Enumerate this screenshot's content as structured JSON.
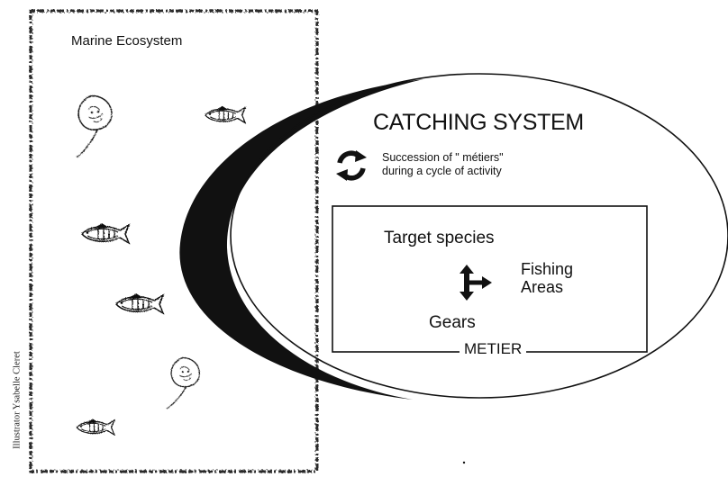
{
  "marine": {
    "title": "Marine Ecosystem"
  },
  "catching_system": {
    "title": "CATCHING SYSTEM",
    "succession_line1": "Succession of \" métiers\"",
    "succession_line2": "during a cycle of activity",
    "cycle_icon": "cycle-arrows-icon"
  },
  "metier": {
    "label": "METIER",
    "target_species": "Target species",
    "fishing_areas_line1": "Fishing",
    "fishing_areas_line2": "Areas",
    "gears": "Gears",
    "arrow_icon": "three-way-arrow-icon"
  },
  "credit": "Illustrator Ysabelle Cleret",
  "colors": {
    "ink": "#111111",
    "background": "#ffffff"
  }
}
